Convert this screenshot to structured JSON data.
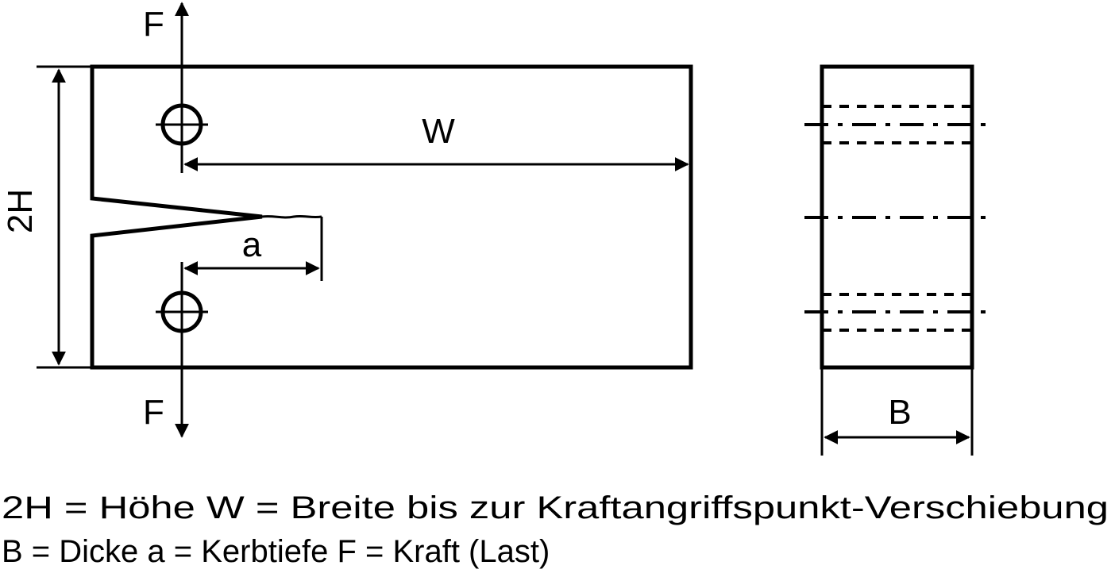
{
  "labels": {
    "force_top": "F",
    "force_bottom": "F",
    "height": "2H",
    "width": "W",
    "crack": "a",
    "thickness": "B"
  },
  "legend": {
    "line1": "2H = Höhe   W = Breite bis zur Kraftangriffspunkt-Verschiebung",
    "line2": "B = Dicke   a = Kerbtiefe   F = Kraft (Last)"
  }
}
